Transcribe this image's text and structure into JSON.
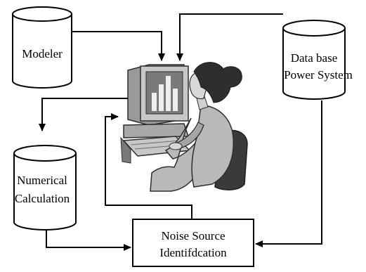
{
  "nodes": {
    "modeler": {
      "label": "Modeler"
    },
    "database": {
      "line1": "Data base",
      "line2": "Power System"
    },
    "numerical": {
      "line1": "Numerical",
      "line2": "Calculation"
    },
    "identification": {
      "line1": "Noise Source",
      "line2": "Identifdcation"
    },
    "user": {
      "icon": "person-at-computer-icon"
    }
  },
  "colors": {
    "stroke": "#000000",
    "fill": "#ffffff",
    "clipart_dark": "#2e2e2e",
    "clipart_mid": "#7a7a7a",
    "clipart_light": "#c8c8c8"
  }
}
